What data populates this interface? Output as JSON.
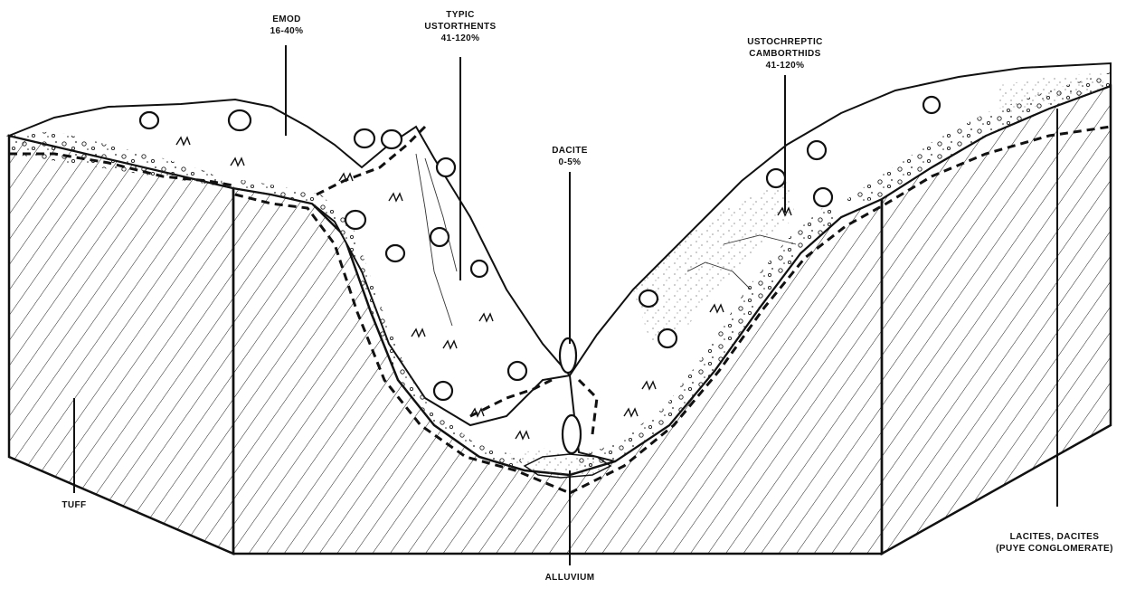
{
  "labels": {
    "emod": {
      "name": "EMOD",
      "range": "16-40%"
    },
    "typic": {
      "line1": "TYPIC",
      "line2": "USTORTHENTS",
      "range": "41-120%"
    },
    "dacite": {
      "name": "DACITE",
      "range": "0-5%"
    },
    "ustochreptic": {
      "line1": "USTOCHREPTIC",
      "line2": "CAMBORTHIDS",
      "range": "41-120%"
    },
    "tuff": "TUFF",
    "alluvium": "ALLUVIUM",
    "lacites": {
      "line1": "LACITES, DACITES",
      "line2": "(PUYE CONGLOMERATE)"
    }
  }
}
